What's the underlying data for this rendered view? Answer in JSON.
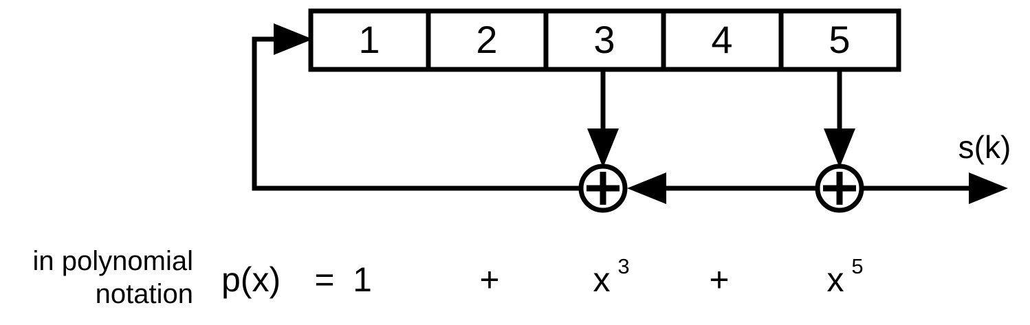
{
  "diagram": {
    "title": "LFSR shift register with polynomial notation",
    "colors": {
      "stroke": "#000000",
      "background": "#ffffff",
      "fill": "#ffffff"
    },
    "shift_register": {
      "name": "shift-register",
      "cells": [
        {
          "label": "1",
          "tap": false
        },
        {
          "label": "2",
          "tap": false
        },
        {
          "label": "3",
          "tap": true
        },
        {
          "label": "4",
          "tap": false
        },
        {
          "label": "5",
          "tap": true
        }
      ]
    },
    "gates": [
      {
        "name": "xor-gate-1",
        "symbol": "+"
      },
      {
        "name": "xor-gate-2",
        "symbol": "+"
      }
    ],
    "signals": {
      "output_label": "s(k)"
    },
    "caption": {
      "line1": "in polynomial",
      "line2": "notation"
    },
    "polynomial": {
      "lhs": "p(x)",
      "equals": "=",
      "term1": "1",
      "plus1": "+",
      "term2_base": "x",
      "term2_exp": "3",
      "plus2": "+",
      "term3_base": "x",
      "term3_exp": "5"
    }
  }
}
